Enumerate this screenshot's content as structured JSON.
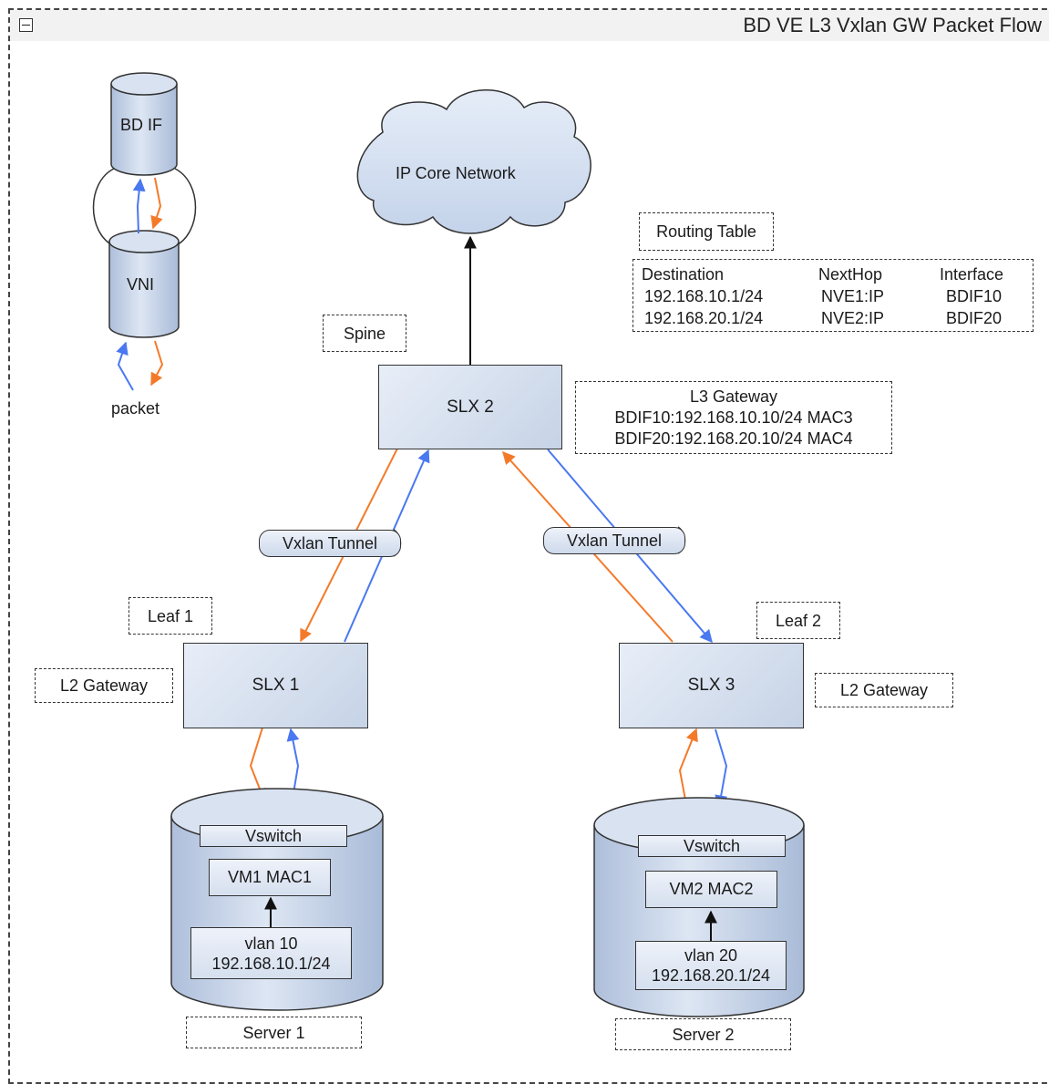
{
  "window": {
    "title": "BD VE L3 Vxlan GW Packet Flow"
  },
  "legend": {
    "bd_if": "BD IF",
    "vni": "VNI",
    "packet": "packet"
  },
  "core": {
    "label": "IP Core Network"
  },
  "routing": {
    "title": "Routing Table",
    "headers": [
      "Destination",
      "NextHop",
      "Interface"
    ],
    "rows": [
      [
        "192.168.10.1/24",
        "NVE1:IP",
        "BDIF10"
      ],
      [
        "192.168.20.1/24",
        "NVE2:IP",
        "BDIF20"
      ]
    ]
  },
  "spine": {
    "role": "Spine",
    "device": "SLX 2"
  },
  "l3gw": {
    "title": "L3 Gateway",
    "line1": "BDIF10:192.168.10.10/24 MAC3",
    "line2": "BDIF20:192.168.20.10/24 MAC4"
  },
  "tunnels": {
    "left": "Vxlan Tunnel",
    "right": "Vxlan Tunnel"
  },
  "leaf1": {
    "role": "Leaf 1",
    "gateway": "L2 Gateway",
    "device": "SLX 1"
  },
  "leaf2": {
    "role": "Leaf 2",
    "gateway": "L2 Gateway",
    "device": "SLX 3"
  },
  "server1": {
    "vswitch": "Vswitch",
    "vm": "VM1 MAC1",
    "vlan": "vlan 10",
    "subnet": "192.168.10.1/24",
    "label": "Server 1"
  },
  "server2": {
    "vswitch": "Vswitch",
    "vm": "VM2 MAC2",
    "vlan": "vlan 20",
    "subnet": "192.168.20.1/24",
    "label": "Server 2"
  },
  "colors": {
    "orange": "#f47a2a",
    "blue": "#4a78f0",
    "black": "#111111",
    "fill": "#c9d6e8"
  }
}
